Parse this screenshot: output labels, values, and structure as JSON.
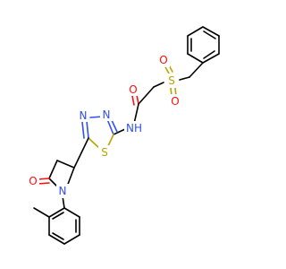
{
  "colors": {
    "carbon_bond": "#000000",
    "oxygen": "#ff0d0d",
    "nitrogen": "#3050f8",
    "sulfur": "#b8a300",
    "background": "#ffffff"
  },
  "atoms": {
    "sulfonyl_s": "S",
    "sulfonyl_o1": "O",
    "sulfonyl_o2": "O",
    "amide_o": "O",
    "amide_nh": "NH",
    "thiadiazole_n1": "N",
    "thiadiazole_n2": "N",
    "thiadiazole_s": "S",
    "lactam_o": "O",
    "pyrrolidine_n": "N"
  }
}
